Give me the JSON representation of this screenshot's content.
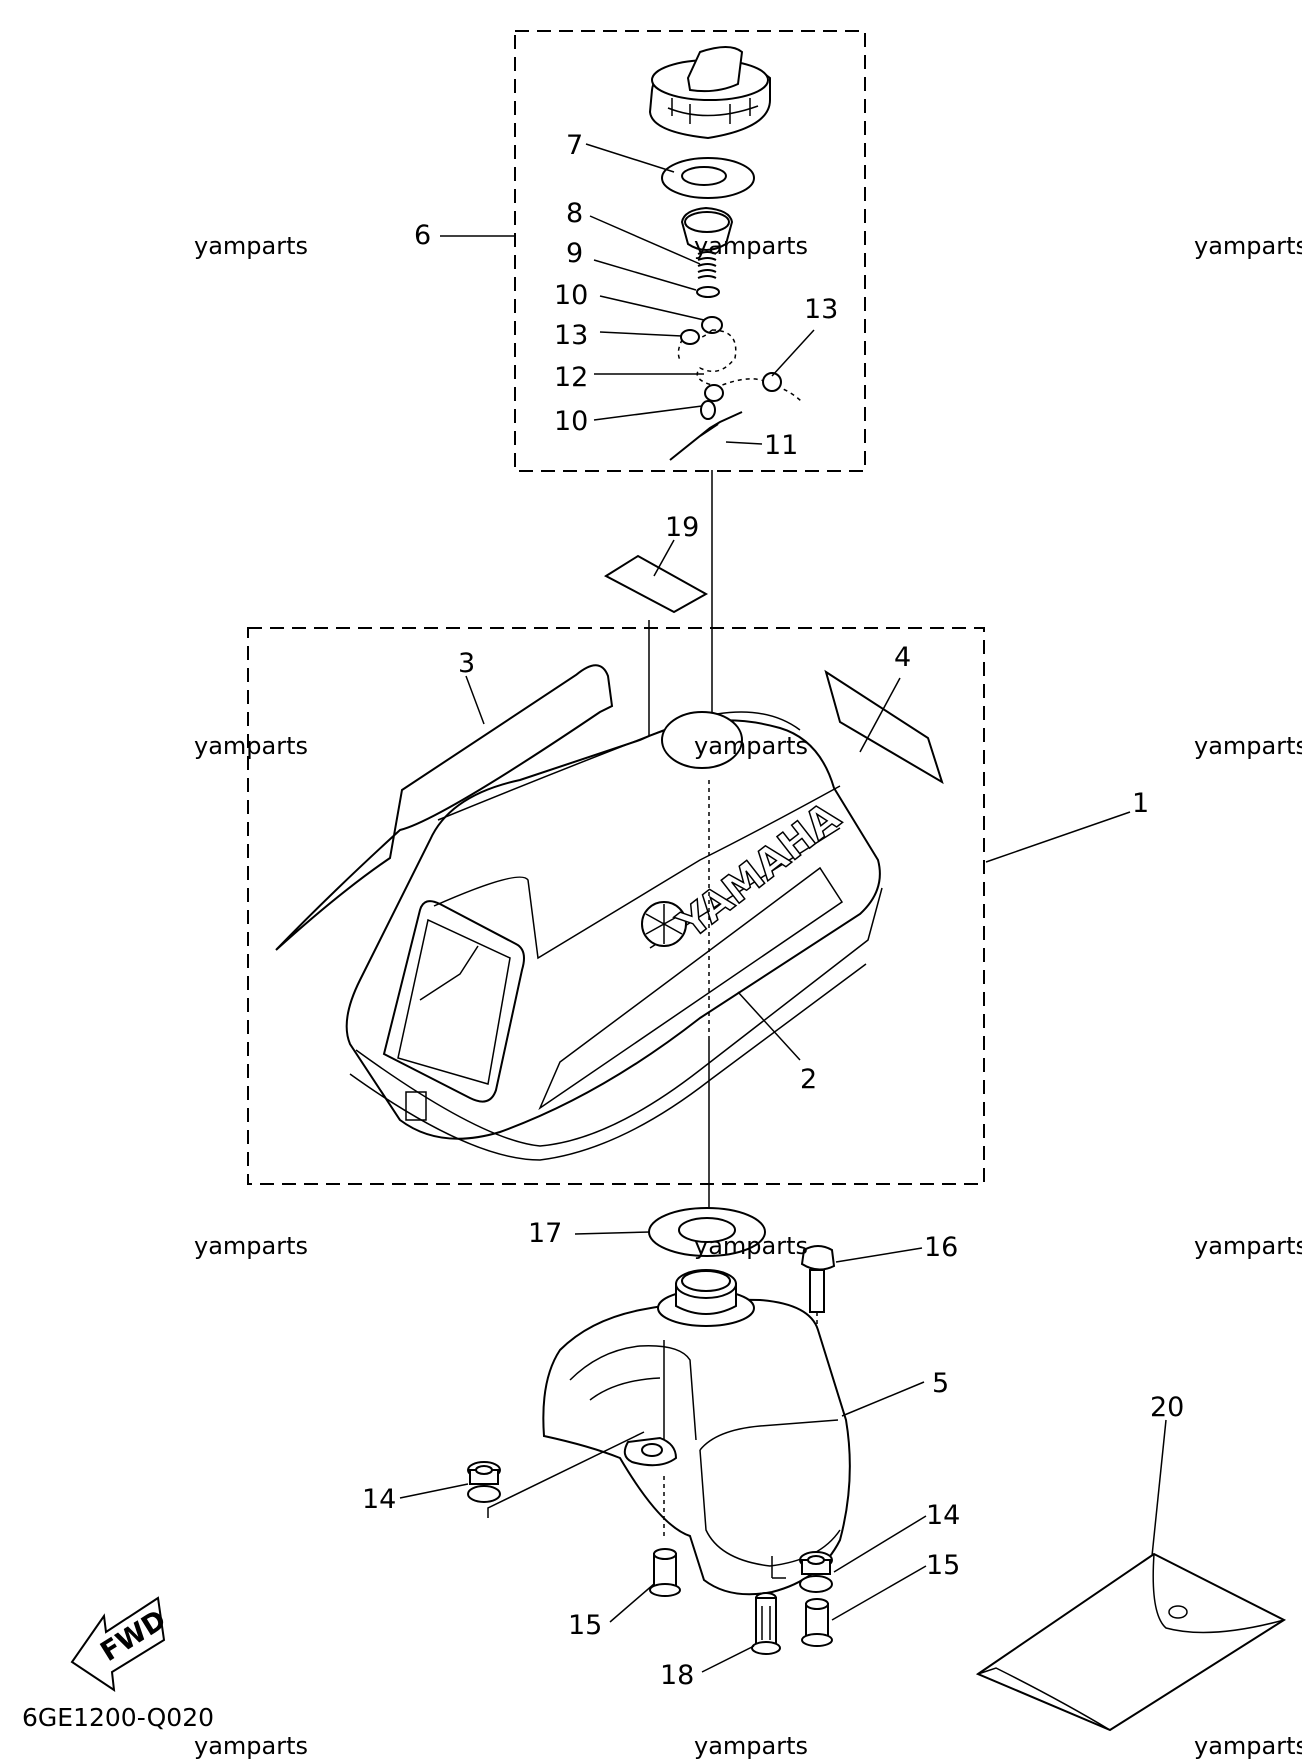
{
  "diagram_code": "6GE1200-Q020",
  "watermark_text": "yamparts",
  "brand_text": "YAMAHA",
  "fwd_text": "FWD",
  "callouts": {
    "c1": "1",
    "c2": "2",
    "c3": "3",
    "c4": "4",
    "c5": "5",
    "c6": "6",
    "c7": "7",
    "c8": "8",
    "c9": "9",
    "c10a": "10",
    "c10b": "10",
    "c11": "11",
    "c12": "12",
    "c13a": "13",
    "c13b": "13",
    "c14a": "14",
    "c14b": "14",
    "c15a": "15",
    "c15b": "15",
    "c16": "16",
    "c17": "17",
    "c18": "18",
    "c19": "19",
    "c20": "20"
  }
}
